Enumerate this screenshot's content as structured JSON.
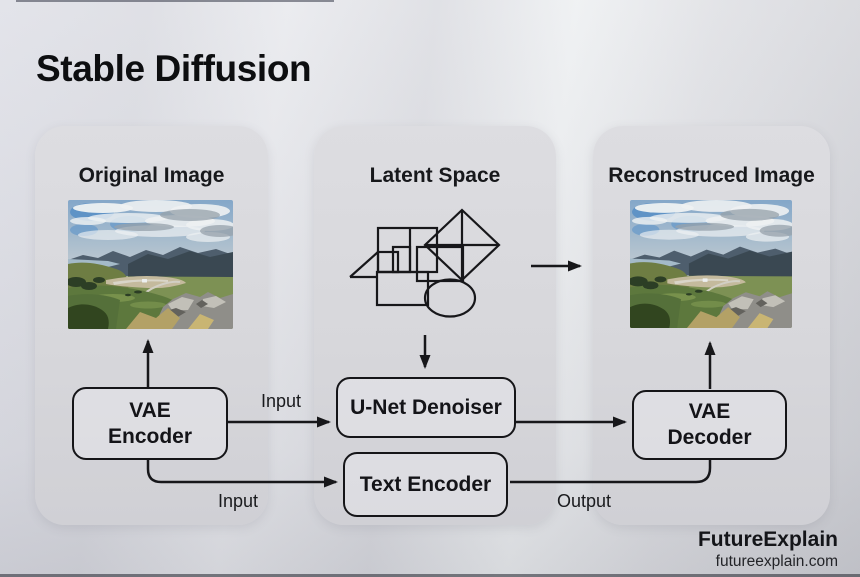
{
  "title": "Stable Diffusion",
  "panels": {
    "original": {
      "title": "Original Image"
    },
    "latent": {
      "title": "Latent Space"
    },
    "reconstructed": {
      "title": "Reconstruced Image"
    }
  },
  "nodes": {
    "vae_encoder": {
      "line1": "VAE",
      "line2": "Encoder"
    },
    "unet_denoiser": {
      "label": "U-Net Denoiser"
    },
    "text_encoder": {
      "label": "Text Encoder"
    },
    "vae_decoder": {
      "line1": "VAE",
      "line2": "Decoder"
    }
  },
  "edges": {
    "encoder_to_unet_label": "Input",
    "encoder_to_text_label": "Input",
    "text_to_decoder_label": "Output"
  },
  "branding": {
    "name": "FutureExplain",
    "site": "futureexplain.com"
  },
  "colors": {
    "background": "#e3e4e9",
    "panel": "#d7d7da",
    "line": "#17171a",
    "text": "#141417"
  }
}
